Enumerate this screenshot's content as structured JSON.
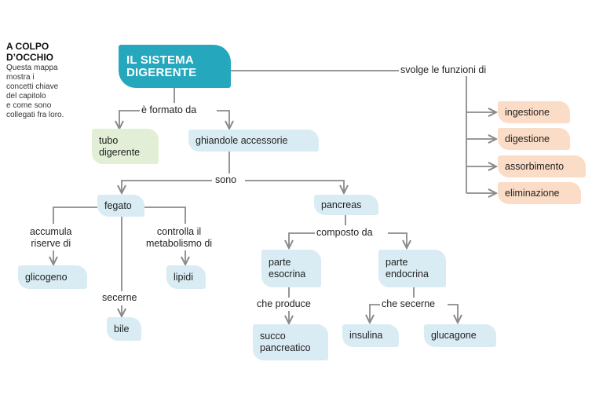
{
  "intro": {
    "title": "A COLPO\nD’OCCHIO",
    "text": "Questa mappa\nmostra i\nconcetti chiave\ndel capitolo\ne come sono\ncollegati fra loro."
  },
  "nodes": {
    "title": "IL SISTEMA\nDIGERENTE",
    "tubo": "tubo\ndigerente",
    "ghiandole": "ghiandole accessorie",
    "fegato": "fegato",
    "pancreas": "pancreas",
    "glicogeno": "glicogeno",
    "lipidi": "lipidi",
    "bile": "bile",
    "esocrina": "parte\nesocrina",
    "endocrina": "parte\nendocrina",
    "succo": "succo\npancreatico",
    "insulina": "insulina",
    "glucagone": "glucagone",
    "ingestione": "ingestione",
    "digestione": "digestione",
    "assorbimento": "assorbimento",
    "eliminazione": "eliminazione"
  },
  "labels": {
    "svolge": "svolge le funzioni di",
    "formato": "è formato da",
    "sono": "sono",
    "accumula": "accumula\nriserve di",
    "controlla": "controlla il\nmetabolismo di",
    "secerne": "secerne",
    "composto": "composto da",
    "produce": "che produce",
    "secerne2": "che secerne"
  },
  "colors": {
    "title_fill": "#25a8bd",
    "node_blue": "#d9ecf3",
    "node_green": "#e2efd6",
    "node_peach": "#fbdcc6",
    "line": "#8a8a8a"
  }
}
